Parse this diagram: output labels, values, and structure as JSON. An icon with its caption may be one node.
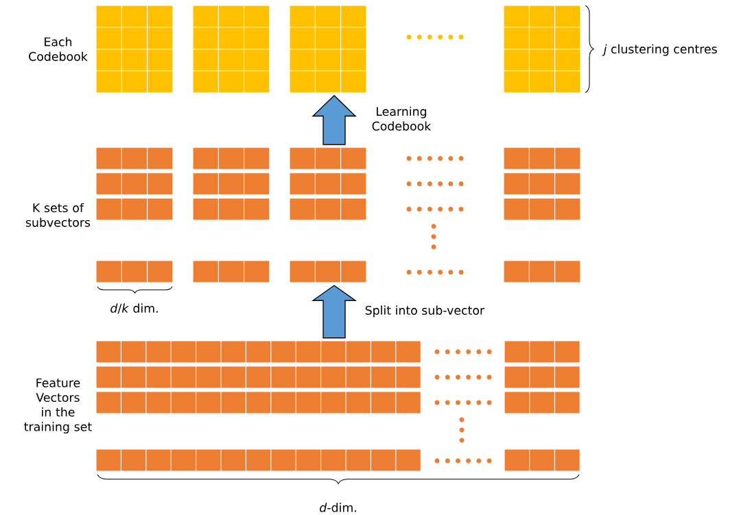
{
  "diagram": {
    "nodes": [
      {
        "text": [
          "Each Codebook"
        ]
      },
      {
        "text": [
          "K sets of subvectors"
        ]
      },
      {
        "text": [
          "Feature Vectors in the training set"
        ]
      }
    ],
    "edges": [
      {
        "from": 2,
        "to": 1,
        "arrow": "to",
        "label": "Split into sub-vector"
      },
      {
        "from": 1,
        "to": 0,
        "arrow": "to",
        "label": "Learning Codebook"
      }
    ],
    "labels": [
      "*j* clustering centres",
      "*d*/*k* dim.",
      "*d*-dim."
    ]
  }
}
